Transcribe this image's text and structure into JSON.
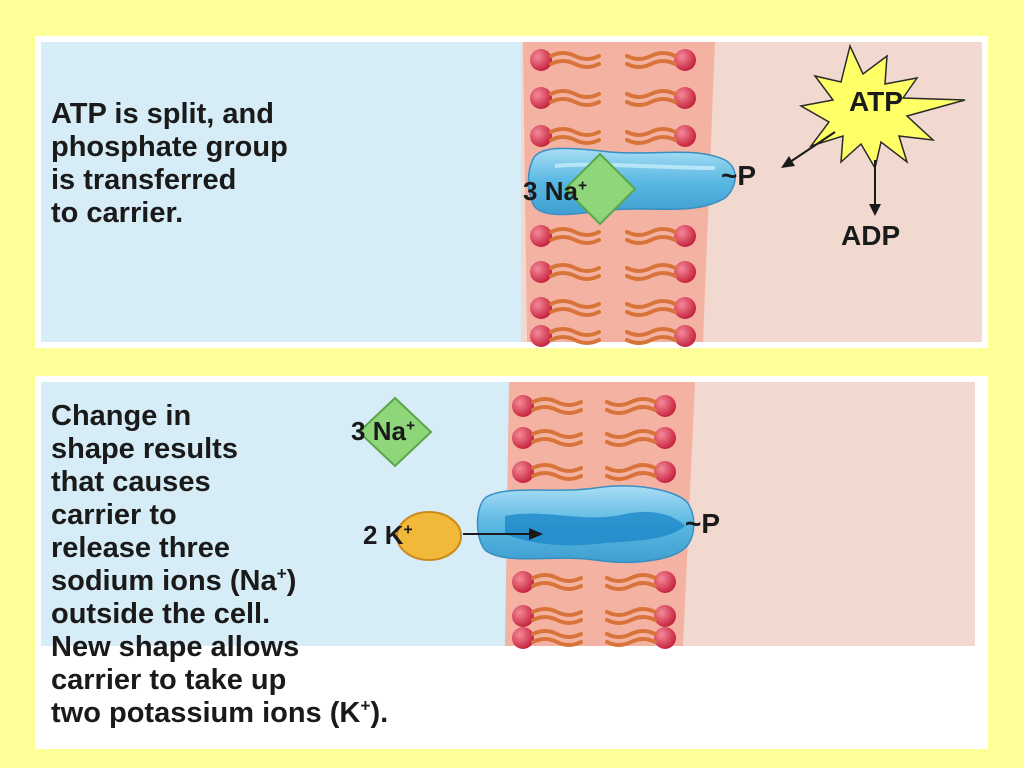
{
  "panel1": {
    "caption_lines": [
      "ATP is split, and",
      "phosphate group",
      "is transferred",
      "to carrier."
    ],
    "na_count": "3",
    "na_label": "Na",
    "na_charge": "+",
    "phosphate_label": "~P",
    "atp_label": "ATP",
    "adp_label": "ADP"
  },
  "panel2": {
    "caption_lines": [
      "Change in",
      "shape results",
      "that causes",
      "carrier to",
      "release three",
      "sodium ions (Na",
      "outside the cell.",
      "New shape allows",
      "carrier to take up",
      "two potassium ions (K"
    ],
    "caption_line6_charge": "+",
    "caption_line6_end": ")",
    "caption_line10_charge": "+",
    "caption_line10_end": ").",
    "na_count": "3",
    "na_label": "Na",
    "na_charge": "+",
    "k_count": "2",
    "k_label": "K",
    "k_charge": "+",
    "phosphate_label": "~P"
  },
  "colors": {
    "background": "#ffff99",
    "outside_cell": "#d6ecf6",
    "inside_cell": "#f2d9cf",
    "membrane": "#f0a08f",
    "lipid_head": "#d62b45",
    "lipid_tail": "#d8743a",
    "carrier": "#64bde6",
    "sodium": "#8fd67a",
    "potassium": "#f2b83a",
    "atp_burst": "#ffff66"
  }
}
